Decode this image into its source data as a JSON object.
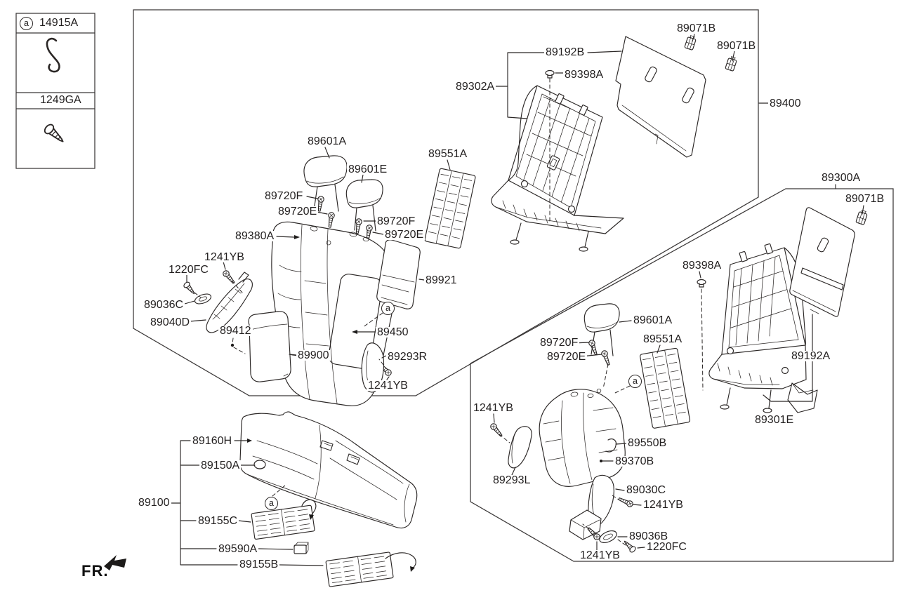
{
  "marker": "a",
  "fr": "FR.",
  "legend": {
    "part_hook": "14915A",
    "part_screw": "1249GA"
  },
  "callouts": {
    "b1_89192b": "89192B",
    "b1_89302a": "89302A",
    "b1_89398a": "89398A",
    "b1_89071b_1": "89071B",
    "b1_89071b_2": "89071B",
    "b1_89400": "89400",
    "b1_89601a": "89601A",
    "b1_89601e": "89601E",
    "b1_89551a": "89551A",
    "b1_89720f_1": "89720F",
    "b1_89720e_1": "89720E",
    "b1_89720f_2": "89720F",
    "b1_89720e_2": "89720E",
    "b1_89380a": "89380A",
    "b1_89921": "89921",
    "b1_1241yb_1": "1241YB",
    "b1_1220fc": "1220FC",
    "b1_89036c": "89036C",
    "b1_89040d": "89040D",
    "b1_89412": "89412",
    "b1_89900": "89900",
    "b1_89450": "89450",
    "b1_89293r": "89293R",
    "b1_1241yb_2": "1241YB",
    "b2_89300a": "89300A",
    "b2_89071b": "89071B",
    "b2_89398a": "89398A",
    "b2_89601a": "89601A",
    "b2_89551a": "89551A",
    "b2_89720f": "89720F",
    "b2_89720e": "89720E",
    "b2_89192a": "89192A",
    "b2_89301e": "89301E",
    "b2_1241yb_1": "1241YB",
    "b2_89550b": "89550B",
    "b2_89370b": "89370B",
    "b2_89293l": "89293L",
    "b2_89030c": "89030C",
    "b2_1241yb_2": "1241YB",
    "b2_89036b": "89036B",
    "b2_1220fc": "1220FC",
    "b2_1241yb_3": "1241YB",
    "cu_89160h": "89160H",
    "cu_89150a": "89150A",
    "cu_89100": "89100",
    "cu_89155c": "89155C",
    "cu_89590a": "89590A",
    "cu_89155b": "89155B"
  }
}
